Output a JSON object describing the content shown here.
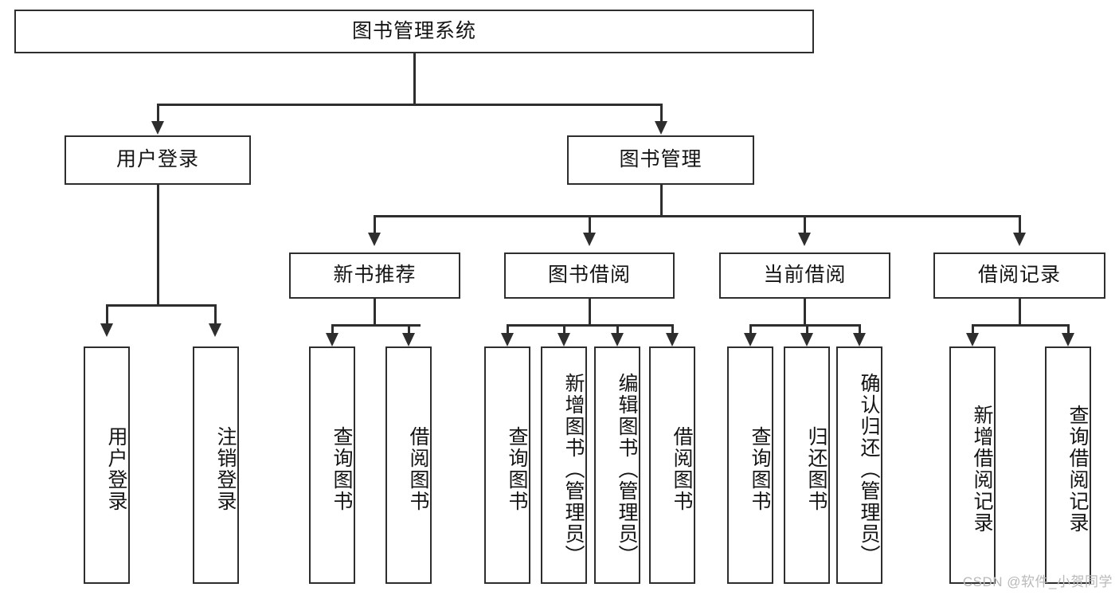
{
  "diagram": {
    "title": "图书管理系统",
    "type": "hierarchical-tree",
    "root": {
      "label": "图书管理系统"
    },
    "level2": [
      {
        "label": "用户登录"
      },
      {
        "label": "图书管理"
      }
    ],
    "level3": [
      {
        "label": "新书推荐"
      },
      {
        "label": "图书借阅"
      },
      {
        "label": "当前借阅"
      },
      {
        "label": "借阅记录"
      }
    ],
    "leaves": {
      "user_login": [
        {
          "label": "用户登录"
        },
        {
          "label": "注销登录"
        }
      ],
      "new_book_recommend": [
        {
          "label": "查询图书"
        },
        {
          "label": "借阅图书"
        }
      ],
      "book_borrow": [
        {
          "label": "查询图书"
        },
        {
          "label": "新增图书（管理员）"
        },
        {
          "label": "编辑图书（管理员）"
        },
        {
          "label": "借阅图书"
        }
      ],
      "current_borrow": [
        {
          "label": "查询图书"
        },
        {
          "label": "归还图书"
        },
        {
          "label": "确认归还（管理员）"
        }
      ],
      "borrow_record": [
        {
          "label": "新增借阅记录"
        },
        {
          "label": "查询借阅记录"
        }
      ]
    }
  },
  "watermark": {
    "text": "CSDN @软件_小贺同学"
  },
  "colors": {
    "stroke": "#2e2e2e",
    "background": "#ffffff",
    "text": "#141414",
    "watermark": "#b9b9b9"
  }
}
